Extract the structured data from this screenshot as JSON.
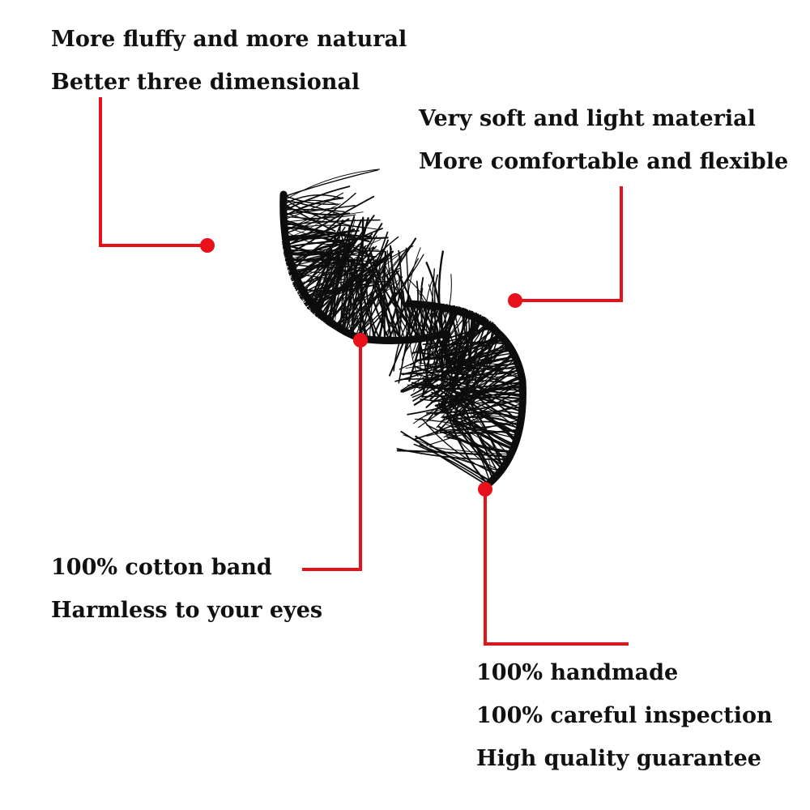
{
  "features": {
    "top_left": {
      "lines": [
        "More fluffy and more natural",
        "Better three dimensional"
      ]
    },
    "top_right": {
      "lines": [
        "Very soft and light material",
        "More comfortable and flexible"
      ]
    },
    "bottom_left": {
      "lines": [
        "100% cotton band",
        "Harmless to your eyes"
      ]
    },
    "bottom_right": {
      "lines": [
        "100% handmade",
        "100% careful inspection",
        "High quality guarantee"
      ]
    }
  },
  "colors": {
    "callout_red": "#e8101a",
    "text": "#111111",
    "lash": "#0c0c0c",
    "background": "#ffffff"
  },
  "icons": {
    "callout_marker": "red-dot-icon",
    "product": "eyelash-illustration"
  }
}
